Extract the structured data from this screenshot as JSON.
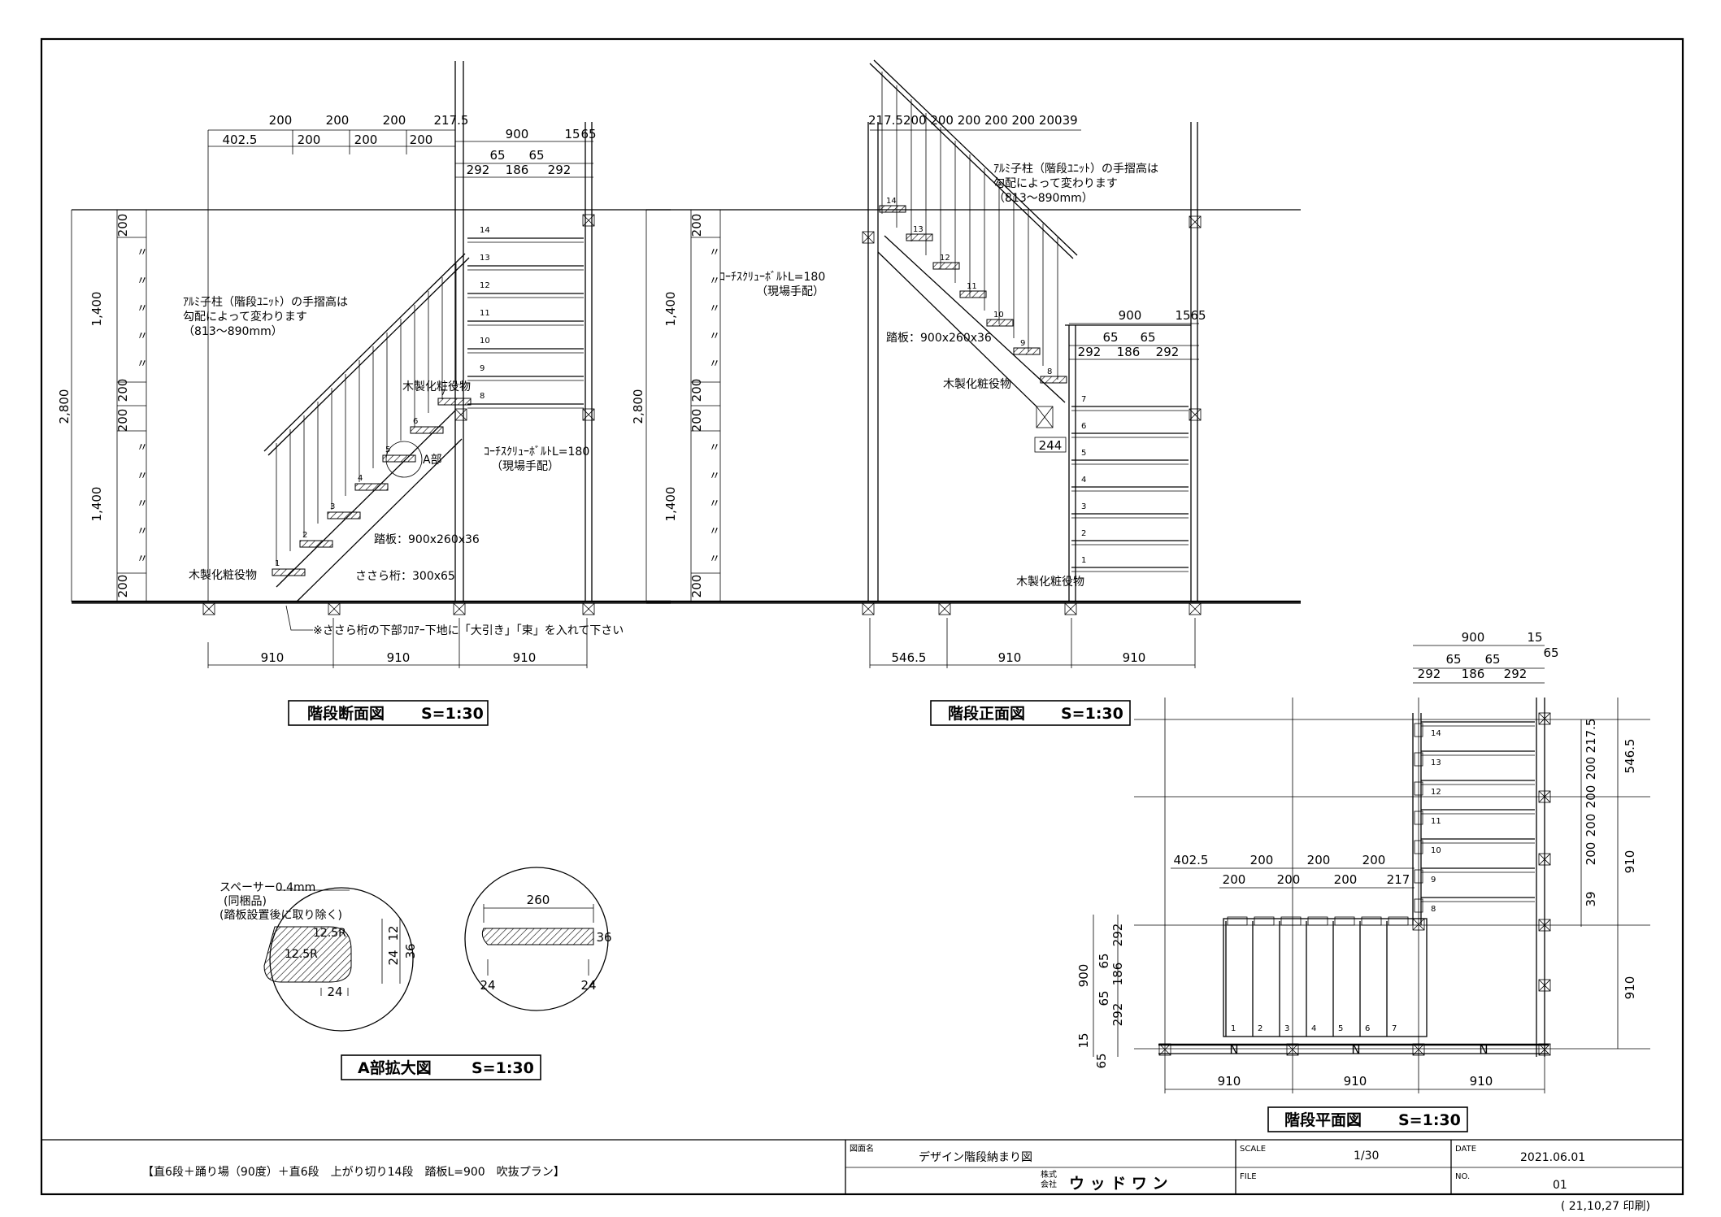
{
  "section_view": {
    "title": "階段断面図",
    "scale": "S=1:30",
    "top_dims_upper": [
      "200",
      "200",
      "200",
      "217.5"
    ],
    "top_dims_lower": [
      "402.5",
      "200",
      "200",
      "200"
    ],
    "top_right_dims": {
      "total": "900",
      "edge_a": "15",
      "edge_b": "65",
      "mid_a": "65",
      "mid_b": "65",
      "parts": [
        "292",
        "186",
        "292"
      ]
    },
    "left_dims_outer": "2,800",
    "left_dims_mid": [
      "1,400",
      "1,400"
    ],
    "left_dims_inner": [
      "200",
      "200",
      "200",
      "200"
    ],
    "ditto_mark": "〃",
    "step_numbers": [
      "1",
      "2",
      "3",
      "4",
      "5",
      "6",
      "7",
      "8",
      "9",
      "10",
      "11",
      "12",
      "13",
      "14"
    ],
    "notes": {
      "handrail": [
        "ｱﾙﾐ子柱（階段ﾕﾆｯﾄ）の手摺高は",
        "勾配によって変わります",
        "（813～890mm）"
      ],
      "newel_upper": "木製化粧役物",
      "bolt": [
        "ｺｰﾁｽｸﾘｭｰﾎﾞﾙﾄL=180",
        "（現場手配）"
      ],
      "detail_ref": "A部",
      "tread": "踏板：900x260x36",
      "stringer": "ささら桁：300x65",
      "newel_lower": "木製化粧役物",
      "floor_note": "※ささら桁の下部ﾌﾛｱｰ下地に「大引き」「束」を入れて下さい"
    },
    "bottom_dims": [
      "910",
      "910",
      "910"
    ]
  },
  "front_view": {
    "title": "階段正面図",
    "scale": "S=1:30",
    "top_dims": "217.5200 200 200 200 200 20039",
    "left_dims_outer": "2,800",
    "left_dims_mid": [
      "1,400",
      "1,400"
    ],
    "left_dims_inner": [
      "200",
      "200",
      "200",
      "200"
    ],
    "right_dims": {
      "total": "900",
      "edge_a": "15",
      "edge_b": "65",
      "mid_a": "65",
      "mid_b": "65",
      "parts": [
        "292",
        "186",
        "292"
      ]
    },
    "notes": {
      "handrail": [
        "ｱﾙﾐ子柱（階段ﾕﾆｯﾄ）の手摺高は",
        "勾配によって変わります",
        "（813～890mm）"
      ],
      "bolt": [
        "ｺｰﾁｽｸﾘｭｰﾎﾞﾙﾄL=180",
        "（現場手配）"
      ],
      "tread": "踏板：900x260x36",
      "newel_upper": "木製化粧役物",
      "newel_lower": "木製化粧役物",
      "landing_dim": "244"
    },
    "bottom_dims": [
      "546.5",
      "910",
      "910"
    ]
  },
  "detail_view": {
    "title": "A部拡大図",
    "scale": "S=1:30",
    "spacer": [
      "スペーサー0.4mm",
      "(同梱品)",
      "(踏板設置後に取り除く)"
    ],
    "radius_a": "12.5R",
    "radius_b": "12.5R",
    "dims_left": [
      "12",
      "24",
      "36",
      "24"
    ],
    "tread_width": "260",
    "tread_thick": "36",
    "tread_legs": [
      "24",
      "24"
    ]
  },
  "plan_view": {
    "title": "階段平面図",
    "scale": "S=1:30",
    "top_dims": {
      "total": "900",
      "edge_a": "15",
      "edge_b": "65",
      "mid_a": "65",
      "mid_b": "65",
      "parts": [
        "292",
        "186",
        "292"
      ]
    },
    "right_dims": [
      "217.5",
      "200",
      "200",
      "200",
      "200",
      "39",
      "546.5",
      "910",
      "910"
    ],
    "left_dims_upper": [
      "402.5",
      "200",
      "200",
      "200"
    ],
    "left_dims_lower": [
      "200",
      "200",
      "200",
      "217"
    ],
    "left_vert": [
      "900",
      "15",
      "65",
      "292",
      "65",
      "186",
      "65",
      "292"
    ],
    "bottom_dims": [
      "910",
      "910",
      "910"
    ],
    "north_marks": [
      "N",
      "N",
      "N"
    ]
  },
  "title_block": {
    "description": "【直6段＋踊り場（90度）＋直6段　上がり切り14段　踏板L=900　吹抜プラン】",
    "drawing_name_label": "図面名",
    "drawing_name": "デザイン階段納まり図",
    "company_label": [
      "株式",
      "会社"
    ],
    "company": "ウ ッ ド ワ ン",
    "scale_label": "SCALE",
    "scale": "1/30",
    "file_label": "FILE",
    "date_label": "DATE",
    "date": "2021.06.01",
    "no_label": "NO.",
    "no": "01",
    "print_stamp": "( 21,10,27 印刷)"
  }
}
